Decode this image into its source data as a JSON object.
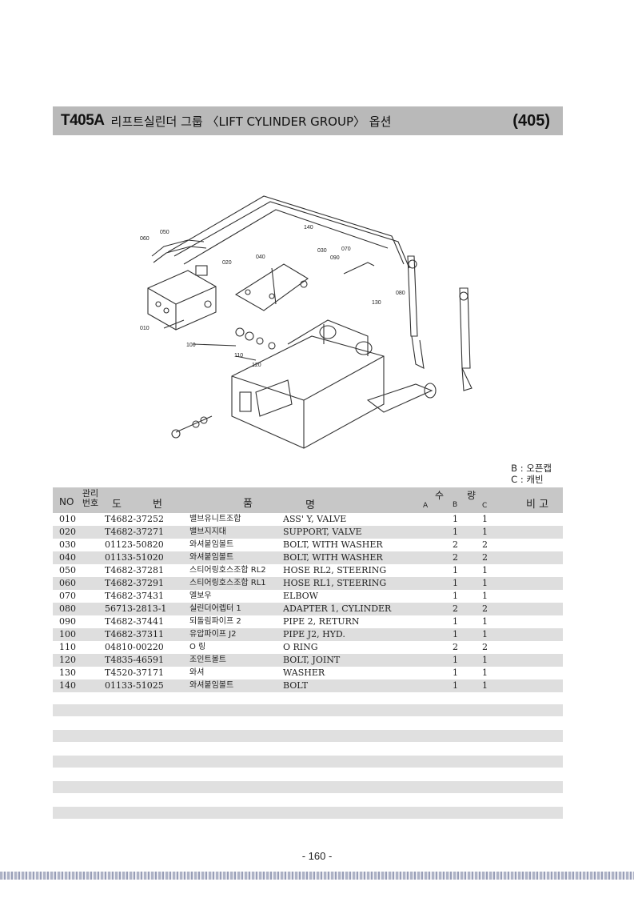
{
  "header": {
    "code": "T405A",
    "title": "리프트실린더 그룹 〈LIFT CYLINDER GROUP〉 옵션",
    "ref": "(405)"
  },
  "diagram_labels": [
    "060",
    "050",
    "140",
    "030",
    "070",
    "090",
    "040",
    "020",
    "010",
    "100",
    "110",
    "120",
    "130",
    "080"
  ],
  "legend": {
    "b": "B : 오픈캡",
    "c": "C : 캐빈"
  },
  "table": {
    "headers": {
      "no": "NO",
      "mgmt": "관리\n번호",
      "do": "도",
      "beon": "번",
      "pum": "품",
      "myeong": "명",
      "su": "수",
      "ryang": "량",
      "a": "A",
      "b": "B",
      "c": "C",
      "bigo": "비 고"
    },
    "rows": [
      {
        "no": "010",
        "code": "T4682-37252",
        "kr": "밸브유니트조합",
        "en": "ASS' Y, VALVE",
        "b": "1",
        "c": "1"
      },
      {
        "no": "020",
        "code": "T4682-37271",
        "kr": "밸브지지대",
        "en": "SUPPORT, VALVE",
        "b": "1",
        "c": "1"
      },
      {
        "no": "030",
        "code": "01123-50820",
        "kr": "와셔붙임볼트",
        "en": "BOLT, WITH WASHER",
        "b": "2",
        "c": "2"
      },
      {
        "no": "040",
        "code": "01133-51020",
        "kr": "와셔붙임볼트",
        "en": "BOLT, WITH WASHER",
        "b": "2",
        "c": "2"
      },
      {
        "no": "050",
        "code": "T4682-37281",
        "kr": "스티어링호스조합 RL2",
        "en": "HOSE RL2, STEERING",
        "b": "1",
        "c": "1"
      },
      {
        "no": "060",
        "code": "T4682-37291",
        "kr": "스티어링호스조합 RL1",
        "en": "HOSE RL1, STEERING",
        "b": "1",
        "c": "1"
      },
      {
        "no": "070",
        "code": "T4682-37431",
        "kr": "엘보우",
        "en": "ELBOW",
        "b": "1",
        "c": "1"
      },
      {
        "no": "080",
        "code": "56713-2813-1",
        "kr": "실린더어렙터 1",
        "en": "ADAPTER 1, CYLINDER",
        "b": "2",
        "c": "2"
      },
      {
        "no": "090",
        "code": "T4682-37441",
        "kr": "되돌림파이프 2",
        "en": "PIPE 2, RETURN",
        "b": "1",
        "c": "1"
      },
      {
        "no": "100",
        "code": "T4682-37311",
        "kr": "유압파이프 J2",
        "en": "PIPE J2, HYD.",
        "b": "1",
        "c": "1"
      },
      {
        "no": "110",
        "code": "04810-00220",
        "kr": "O 링",
        "en": "O RING",
        "b": "2",
        "c": "2"
      },
      {
        "no": "120",
        "code": "T4835-46591",
        "kr": "조인트볼트",
        "en": "BOLT, JOINT",
        "b": "1",
        "c": "1"
      },
      {
        "no": "130",
        "code": "T4520-37171",
        "kr": "와셔",
        "en": "WASHER",
        "b": "1",
        "c": "1"
      },
      {
        "no": "140",
        "code": "01133-51025",
        "kr": "와셔붙임볼트",
        "en": "BOLT",
        "b": "1",
        "c": "1"
      }
    ]
  },
  "page_number": "- 160 -"
}
